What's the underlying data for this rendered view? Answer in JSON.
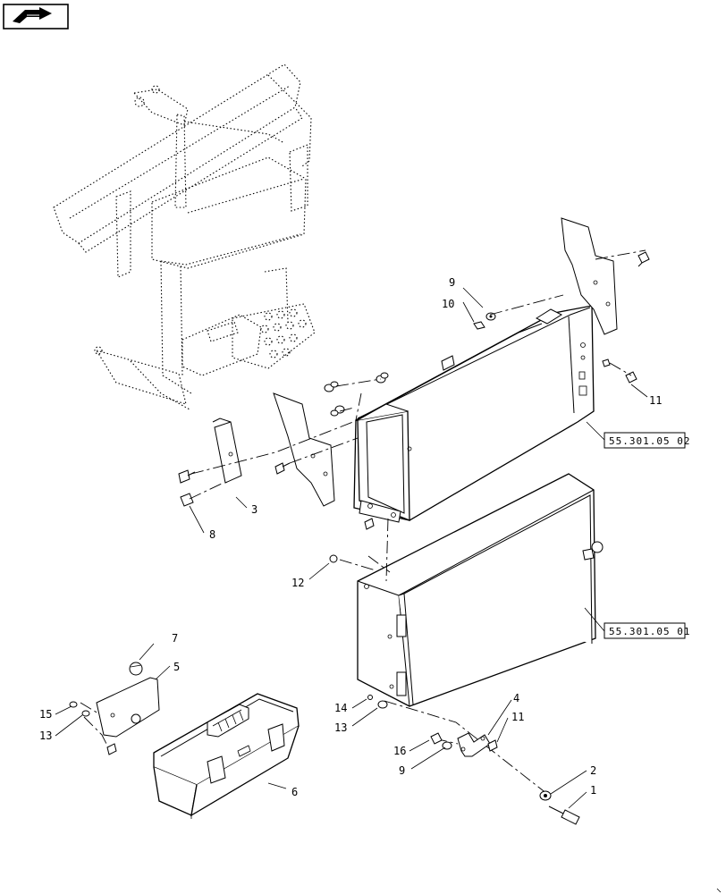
{
  "nav": {
    "icon": "arrow-right-icon"
  },
  "callouts": {
    "c1": "1",
    "c2": "2",
    "c3": "3",
    "c4": "4",
    "c5": "5",
    "c6": "6",
    "c7": "7",
    "c8": "8",
    "c9a": "9",
    "c9b": "9",
    "c10": "10",
    "c11a": "11",
    "c11b": "11",
    "c12": "12",
    "c13a": "13",
    "c13b": "13",
    "c14": "14",
    "c15": "15",
    "c16": "16"
  },
  "references": {
    "ref_upper": "55.301.05 02",
    "ref_lower": "55.301.05 01"
  }
}
